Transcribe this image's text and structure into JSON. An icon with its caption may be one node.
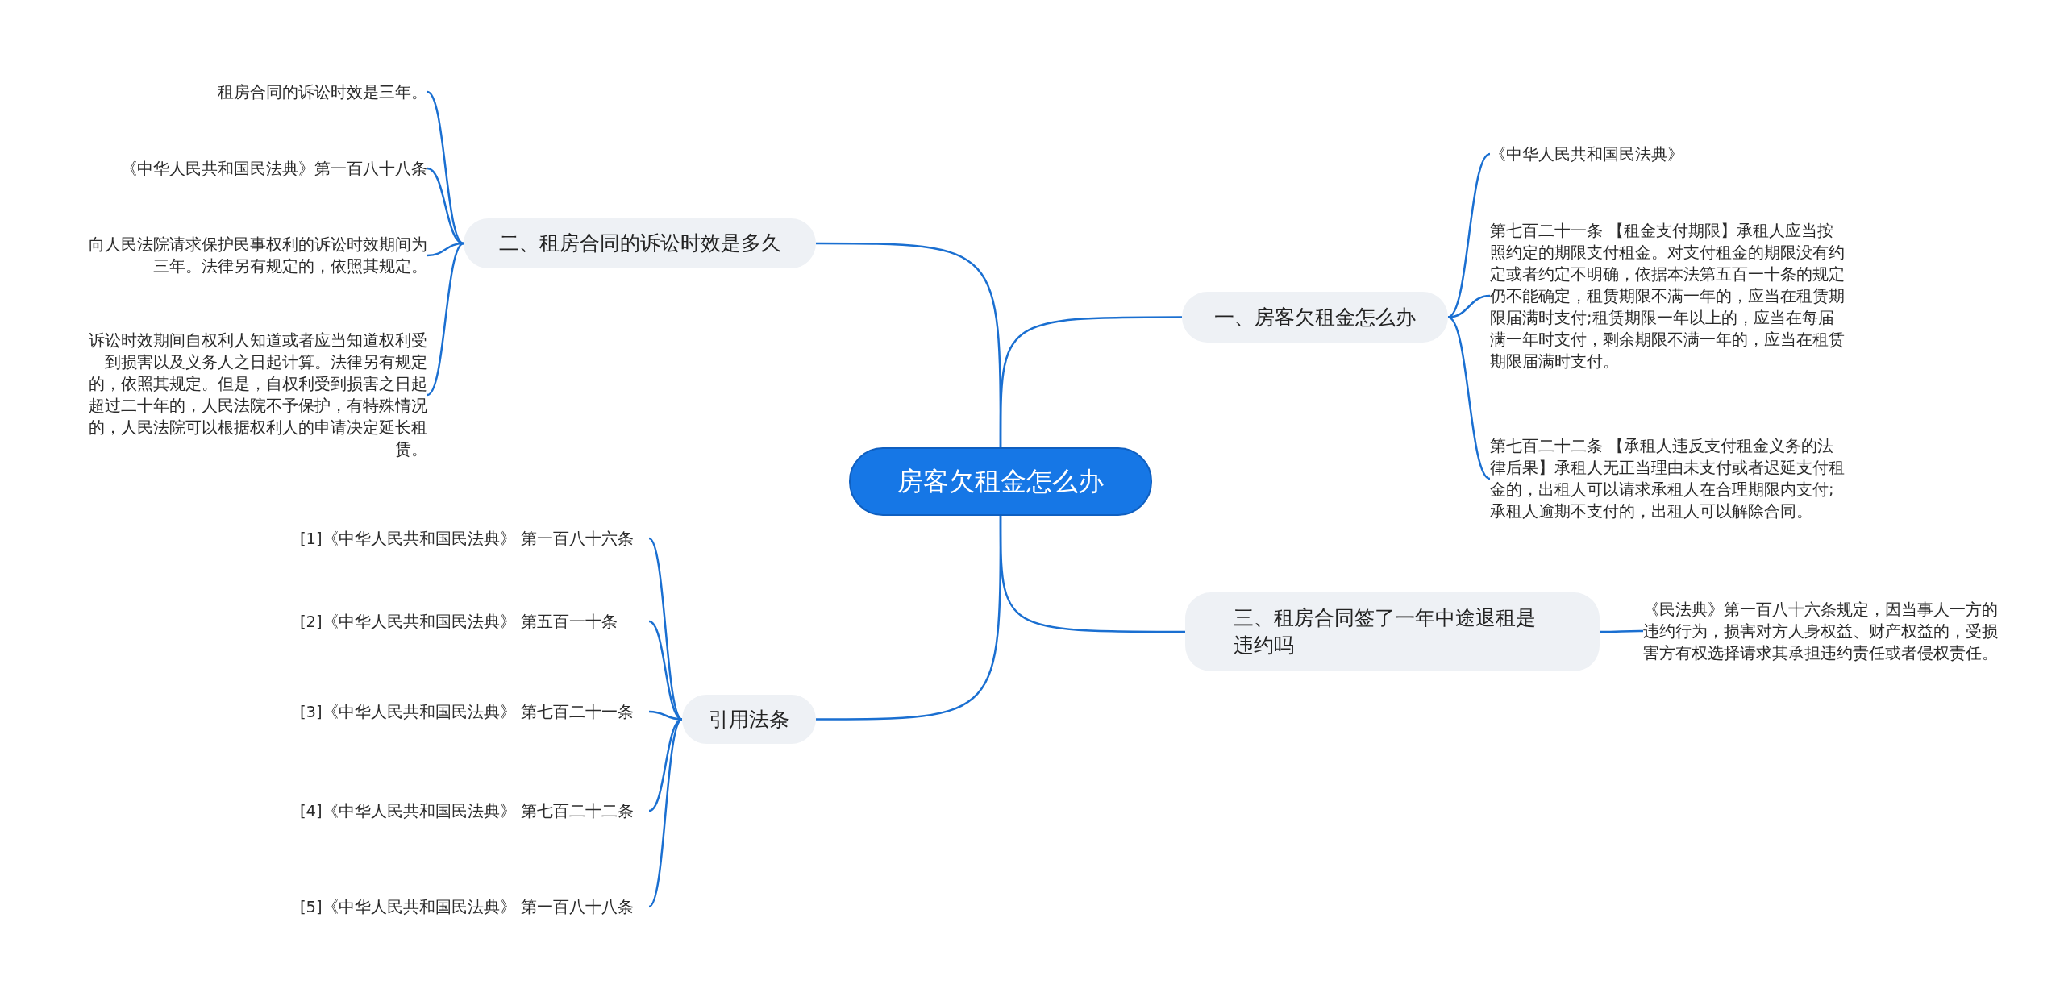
{
  "diagram": {
    "nodes": [
      {
        "text": [
          "房客欠租金怎么办"
        ]
      },
      {
        "text": [
          "一、房客欠租金怎么办"
        ]
      },
      {
        "text": [
          "《中华人民共和国民法典》"
        ]
      },
      {
        "text": [
          "第七百二十一条 【租金支付期限】承租人应当按照约定的期限支付租金。对支付租金的期限没有约定或者约定不明确，依据本法第五百一十条的规定仍不能确定，租赁期限不满一年的，应当在租赁期限届满时支付;租赁期限一年以上的，应当在每届满一年时支付，剩余期限不满一年的，应当在租赁期限届满时支付。"
        ]
      },
      {
        "text": [
          "第七百二十二条 【承租人违反支付租金义务的法律后果】承租人无正当理由未支付或者迟延支付租金的，出租人可以请求承租人在合理期限内支付;承租人逾期不支付的，出租人可以解除合同。"
        ]
      },
      {
        "text": [
          "三、租房合同签了一年中途退租是违约吗"
        ]
      },
      {
        "text": [
          "《民法典》第一百八十六条规定，因当事人一方的违约行为，损害对方人身权益、财产权益的，受损害方有权选择请求其承担违约责任或者侵权责任。"
        ]
      },
      {
        "text": [
          "二、租房合同的诉讼时效是多久"
        ]
      },
      {
        "text": [
          "租房合同的诉讼时效是三年。"
        ]
      },
      {
        "text": [
          "《中华人民共和国民法典》第一百八十八条"
        ]
      },
      {
        "text": [
          "向人民法院请求保护民事权利的诉讼时效期间为三年。法律另有规定的，依照其规定。"
        ]
      },
      {
        "text": [
          "诉讼时效期间自权利人知道或者应当知道权利受到损害以及义务人之日起计算。法律另有规定的，依照其规定。但是，自权利受到损害之日起超过二十年的，人民法院不予保护，有特殊情况的，人民法院可以根据权利人的申请决定延长租赁。"
        ]
      },
      {
        "text": [
          "引用法条"
        ]
      },
      {
        "text": [
          "[1]《中华人民共和国民法典》 第一百八十六条"
        ]
      },
      {
        "text": [
          "[2]《中华人民共和国民法典》 第五百一十条"
        ]
      },
      {
        "text": [
          "[3]《中华人民共和国民法典》 第七百二十一条"
        ]
      },
      {
        "text": [
          "[4]《中华人民共和国民法典》 第七百二十二条"
        ]
      },
      {
        "text": [
          "[5]《中华人民共和国民法典》 第一百八十八条"
        ]
      }
    ],
    "edges": [
      {
        "from": 0,
        "to": 1,
        "arrow": "none"
      },
      {
        "from": 1,
        "to": 2,
        "arrow": "none"
      },
      {
        "from": 1,
        "to": 3,
        "arrow": "none"
      },
      {
        "from": 1,
        "to": 4,
        "arrow": "none"
      },
      {
        "from": 0,
        "to": 5,
        "arrow": "none"
      },
      {
        "from": 5,
        "to": 6,
        "arrow": "none"
      },
      {
        "from": 0,
        "to": 7,
        "arrow": "none"
      },
      {
        "from": 7,
        "to": 8,
        "arrow": "none"
      },
      {
        "from": 7,
        "to": 9,
        "arrow": "none"
      },
      {
        "from": 7,
        "to": 10,
        "arrow": "none"
      },
      {
        "from": 7,
        "to": 11,
        "arrow": "none"
      },
      {
        "from": 0,
        "to": 12,
        "arrow": "none"
      },
      {
        "from": 12,
        "to": 13,
        "arrow": "none"
      },
      {
        "from": 12,
        "to": 14,
        "arrow": "none"
      },
      {
        "from": 12,
        "to": 15,
        "arrow": "none"
      },
      {
        "from": 12,
        "to": 16,
        "arrow": "none"
      },
      {
        "from": 12,
        "to": 17,
        "arrow": "none"
      }
    ]
  }
}
